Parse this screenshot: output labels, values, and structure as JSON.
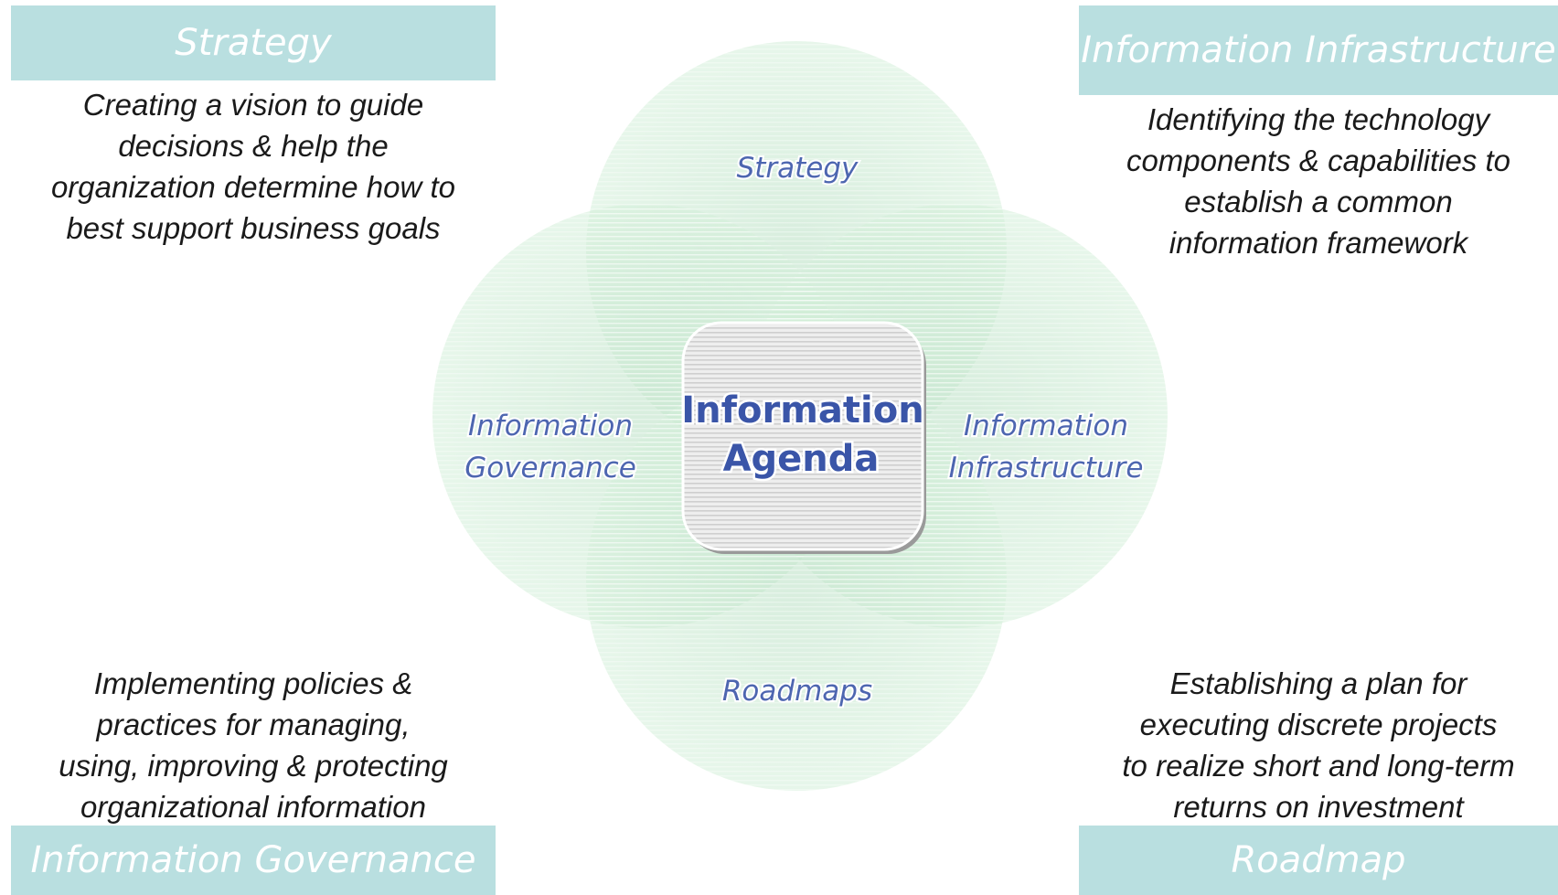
{
  "corners": {
    "top_left": {
      "title": "Strategy",
      "lines": [
        "Creating a vision to guide",
        "decisions & help the",
        "organization determine how to",
        "best support business goals"
      ]
    },
    "top_right": {
      "title": "Information Infrastructure",
      "lines": [
        "Identifying the technology",
        "components & capabilities to",
        "establish a common",
        "information framework"
      ]
    },
    "bottom_left": {
      "title": "Information Governance",
      "lines": [
        "Implementing policies &",
        "practices for managing,",
        "using, improving & protecting",
        "organizational information"
      ]
    },
    "bottom_right": {
      "title": "Roadmap",
      "lines": [
        "Establishing a plan for",
        "executing discrete projects",
        "to realize short and long-term",
        "returns on investment"
      ]
    }
  },
  "diagram": {
    "petals": {
      "top": "Strategy",
      "left": [
        "Information",
        "Governance"
      ],
      "right": [
        "Information",
        "Infrastructure"
      ],
      "bottom": "Roadmaps"
    },
    "center": [
      "Information",
      "Agenda"
    ]
  },
  "colors": {
    "banner": "#b9dfe0",
    "banner_text": "#ffffff",
    "petal_fill": "#c6e8cf",
    "petal_label": "#4d66b0",
    "center_label": "#3a55a8"
  }
}
